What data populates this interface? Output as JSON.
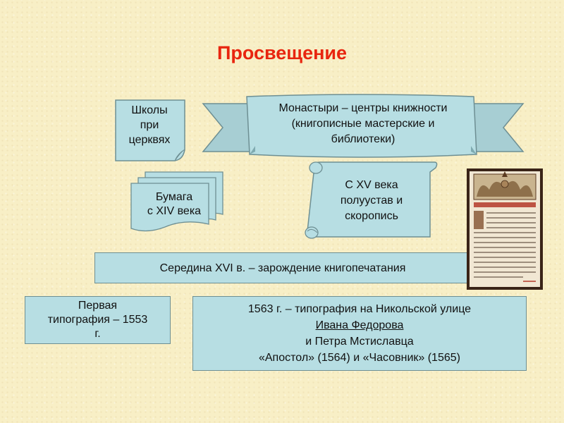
{
  "title": "Просвещение",
  "schools": [
    "Школы",
    "при",
    "церквях"
  ],
  "monasteries": [
    "Монастыри – центры книжности",
    "(книгописные мастерские и",
    "библиотеки)"
  ],
  "paper": [
    "Бумага",
    "с XIV века"
  ],
  "script": [
    "С XV века",
    "полуустав и",
    "скоропись"
  ],
  "middle": "Середина XVI в. – зарождение книгопечатания",
  "first_press": [
    "Первая",
    "типография – 1553",
    "г."
  ],
  "fedorov": {
    "line1": "1563 г. – типография на Никольской улице",
    "line2_underlined": "Ивана Федорова",
    "line2_rest": " и Петра Мстиславца",
    "line3": "«Апостол» (1564) и «Часовник» (1565)"
  },
  "colors": {
    "title": "#e8250f",
    "box_fill": "#b7dee3",
    "background": "#f8efc6"
  },
  "image": {
    "name": "manuscript-page-image"
  }
}
